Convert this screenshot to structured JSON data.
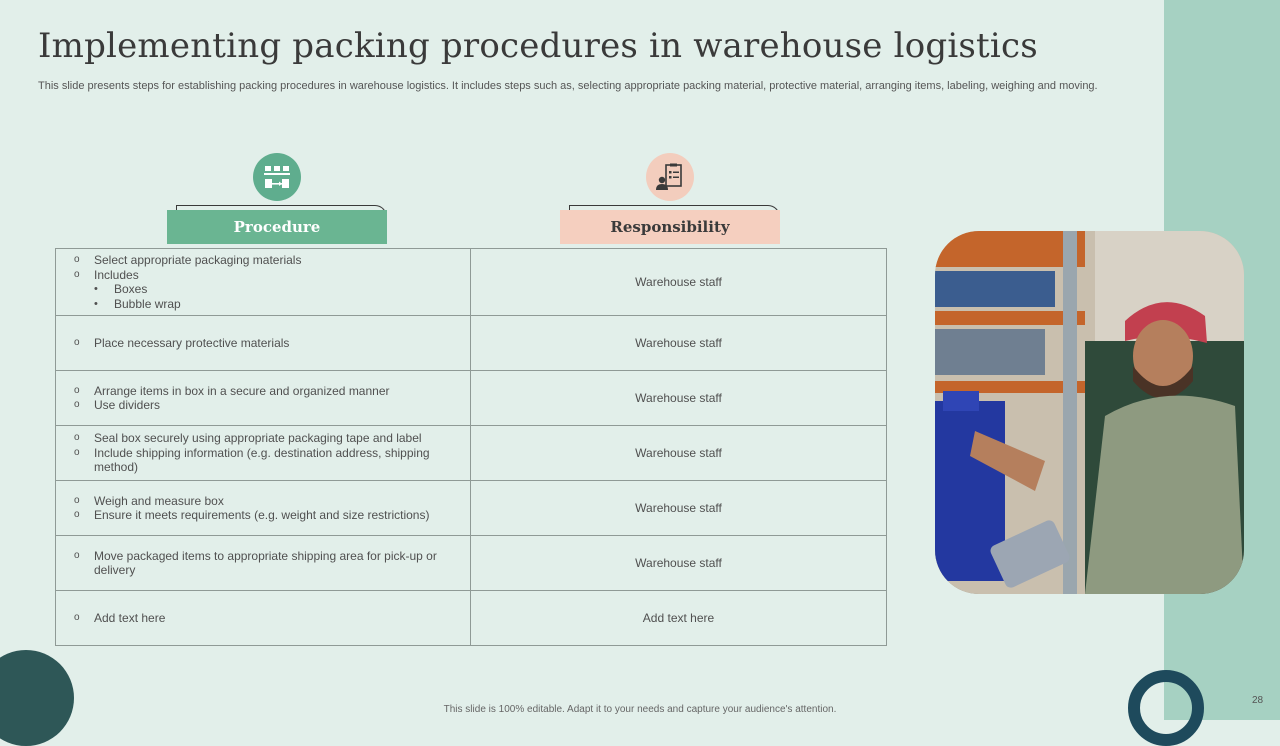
{
  "slide": {
    "title": "Implementing packing procedures in warehouse logistics",
    "subtitle": "This slide presents steps for establishing packing procedures in warehouse logistics. It includes steps such as, selecting appropriate packing material, protective material, arranging items, labeling, weighing and moving.",
    "footer": "This slide is 100% editable.  Adapt it to your needs and capture your audience's attention.",
    "page_number": "28"
  },
  "headers": {
    "procedure": "Procedure",
    "responsibility": "Responsibility",
    "procedure_icon": "workflow-icon",
    "responsibility_icon": "checklist-person-icon"
  },
  "rows": [
    {
      "lines": [
        {
          "marker": "o",
          "text": "Select appropriate packaging materials"
        },
        {
          "marker": "o",
          "text": "Includes"
        }
      ],
      "sublines": [
        {
          "marker": "•",
          "text": "Boxes"
        },
        {
          "marker": "•",
          "text": "Bubble wrap"
        }
      ],
      "responsibility": "Warehouse staff"
    },
    {
      "lines": [
        {
          "marker": "o",
          "text": "Place necessary protective materials"
        }
      ],
      "responsibility": "Warehouse staff"
    },
    {
      "lines": [
        {
          "marker": "o",
          "text": "Arrange items in box in a secure and organized manner"
        },
        {
          "marker": "o",
          "text": "Use dividers"
        }
      ],
      "responsibility": "Warehouse staff"
    },
    {
      "lines": [
        {
          "marker": "o",
          "text": "Seal box securely using appropriate packaging tape and label"
        },
        {
          "marker": "o",
          "text": "Include shipping information (e.g. destination address, shipping method)"
        }
      ],
      "responsibility": "Warehouse staff"
    },
    {
      "lines": [
        {
          "marker": "o",
          "text": "Weigh and measure box"
        },
        {
          "marker": "o",
          "text": "Ensure it meets requirements (e.g. weight and size restrictions)"
        }
      ],
      "responsibility": "Warehouse staff"
    },
    {
      "lines": [
        {
          "marker": "o",
          "text": "Move  packaged items to appropriate shipping area for pick-up or delivery"
        }
      ],
      "responsibility": "Warehouse staff"
    },
    {
      "lines": [
        {
          "marker": "o",
          "text": "Add text here"
        }
      ],
      "responsibility": "Add text here"
    }
  ],
  "colors": {
    "background": "#e2efea",
    "right_band": "#a6d1c2",
    "procedure_accent": "#6ab592",
    "responsibility_accent": "#f5cfbf",
    "dark_teal": "#2e5757"
  }
}
